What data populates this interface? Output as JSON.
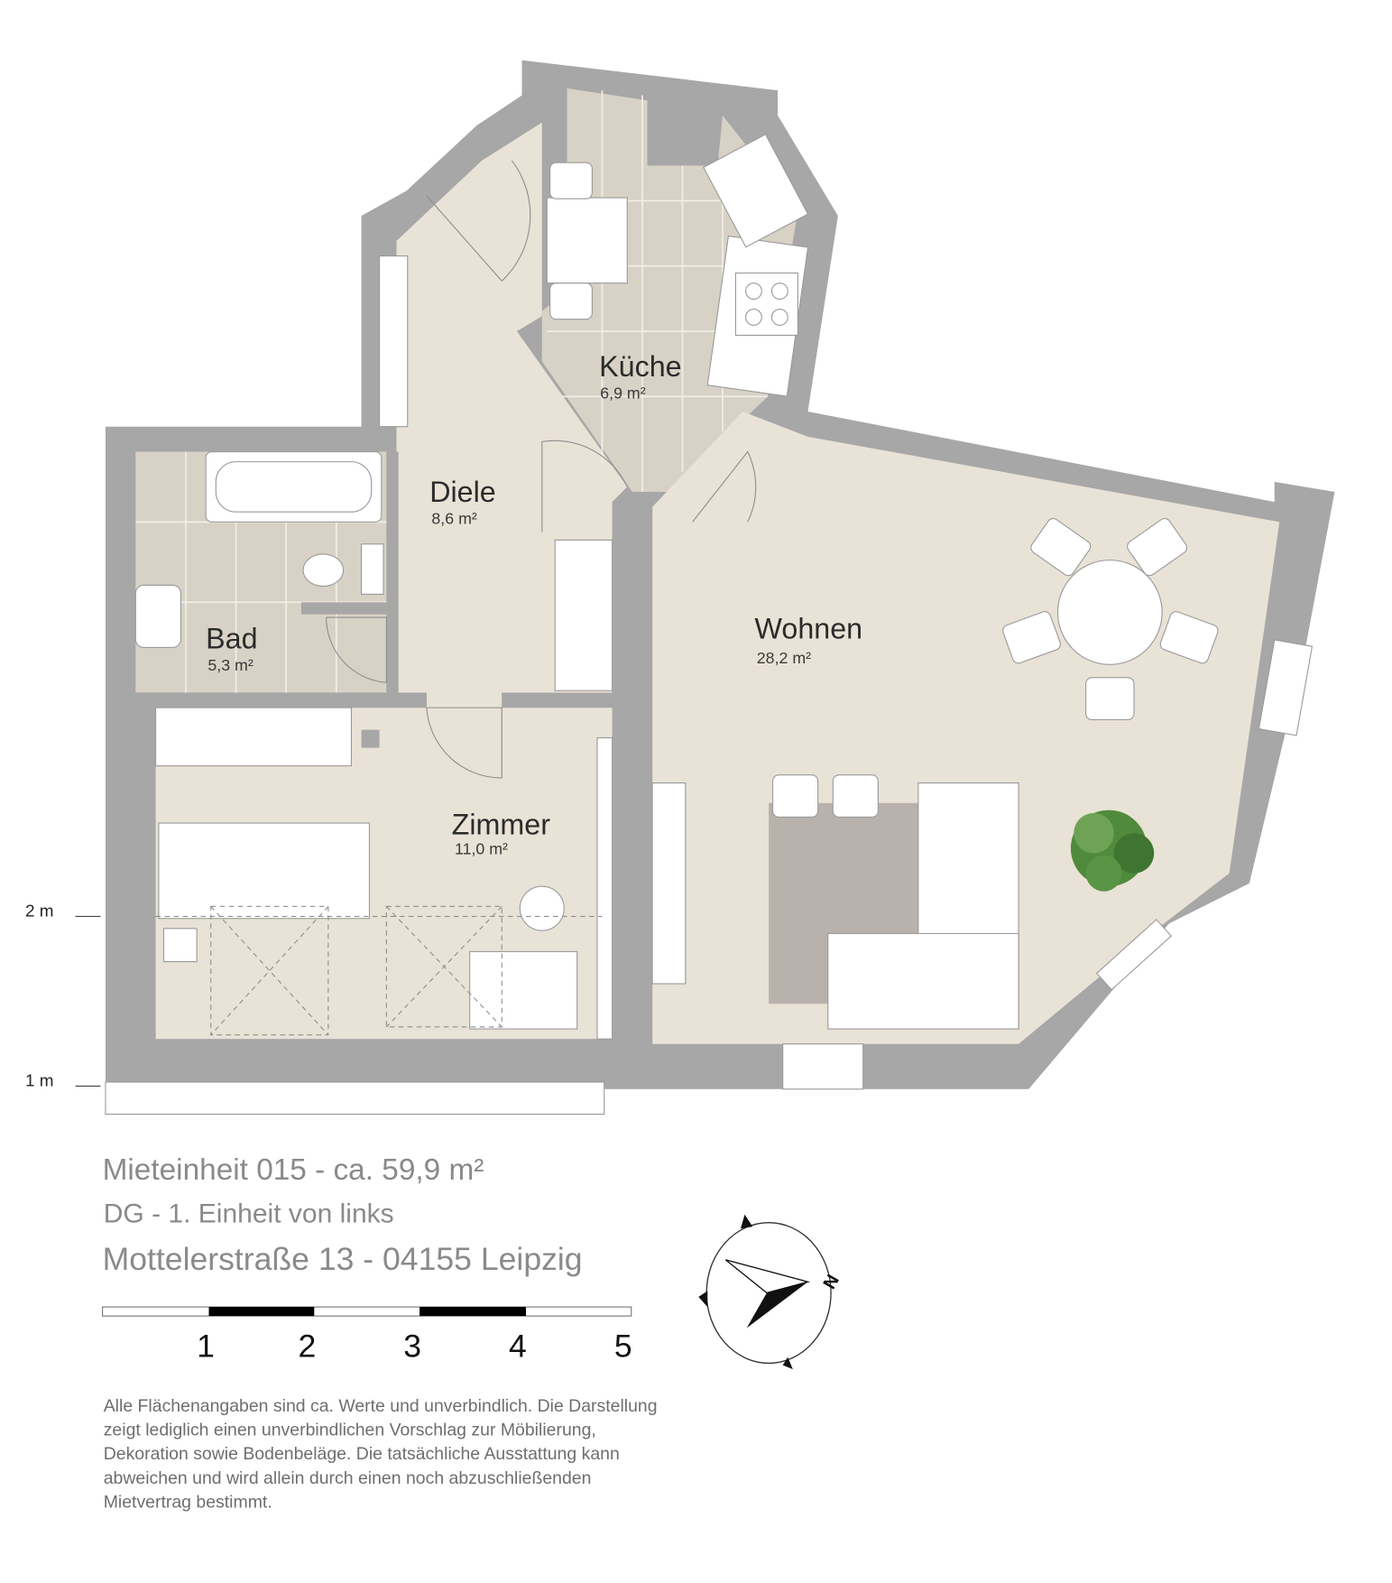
{
  "rooms": [
    {
      "name": "Küche",
      "area": "6,9 m²"
    },
    {
      "name": "Diele",
      "area": "8,6 m²"
    },
    {
      "name": "Bad",
      "area": "5,3 m²"
    },
    {
      "name": "Wohnen",
      "area": "28,2 m²"
    },
    {
      "name": "Zimmer",
      "area": "11,0 m²"
    }
  ],
  "height_markers": [
    "2 m",
    "1 m"
  ],
  "info": {
    "unit": "Mieteinheit 015 - ca. 59,9 m²",
    "floor": "DG - 1. Einheit von links",
    "address": "Mottelerstraße 13 - 04155 Leipzig"
  },
  "scale_bar": {
    "labels": [
      "1",
      "2",
      "3",
      "4",
      "5"
    ]
  },
  "compass": {
    "label": "N"
  },
  "disclaimer": [
    "Alle Flächenangaben sind ca. Werte und unverbindlich. Die Darstellung",
    "zeigt lediglich einen unverbindlichen Vorschlag zur Möbilierung,",
    "Dekoration sowie Bodenbeläge. Die tatsächliche  Ausstattung kann",
    "abweichen und wird allein durch einen noch abzuschließenden",
    "Mietvertrag bestimmt."
  ],
  "colors": {
    "wall": "#a7a7a7",
    "wood": "#e9e2d6",
    "tile": "#d8d2c6",
    "text_gray": "#8a8a8a"
  }
}
